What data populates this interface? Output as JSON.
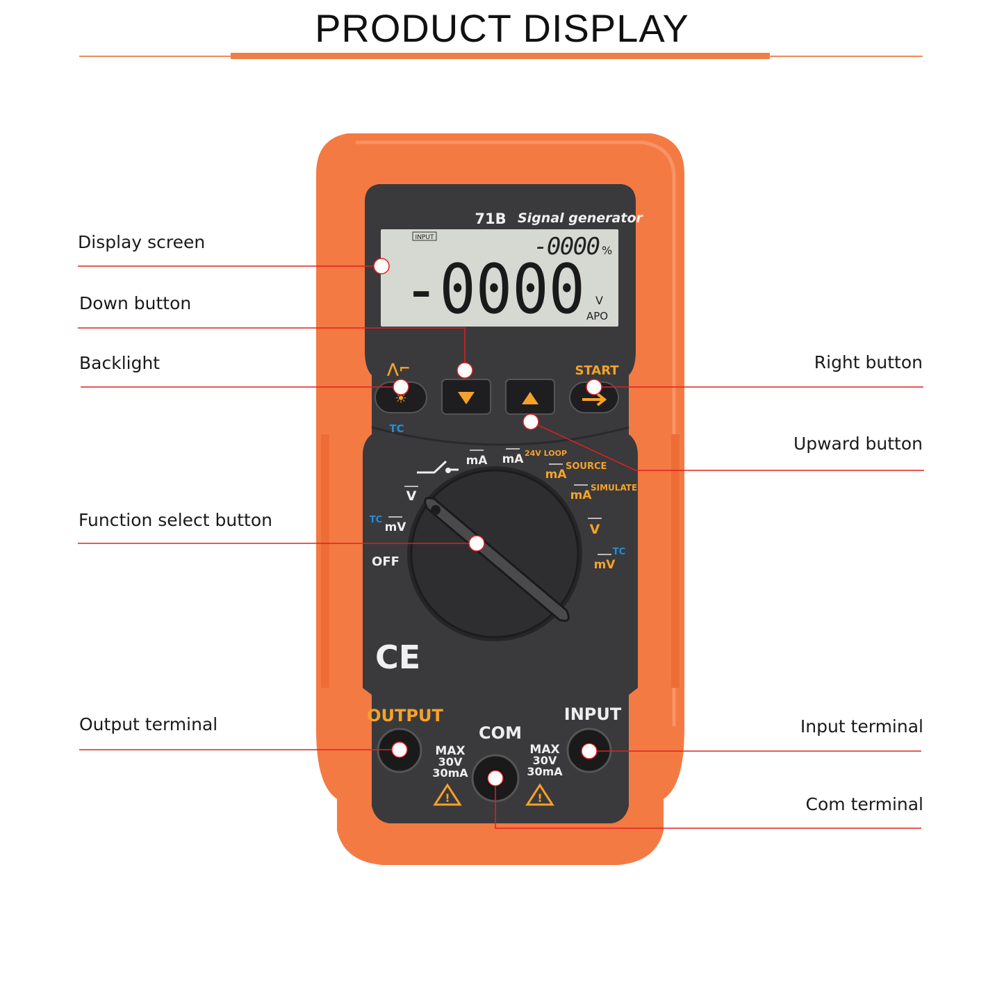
{
  "title": "PRODUCT DISPLAY",
  "callouts": {
    "display_screen": "Display screen",
    "down_button": "Down button",
    "backlight": "Backlight",
    "right_button": "Right button",
    "upward_button": "Upward button",
    "function_select_button": "Function select button",
    "output_terminal": "Output terminal",
    "input_terminal": "Input terminal",
    "com_terminal": "Com terminal"
  },
  "device": {
    "model": "71B",
    "name": "Signal generator",
    "lcd": {
      "input_tag": "INPUT",
      "main_reading": "-0000",
      "secondary_reading": "-0000",
      "percent": "%",
      "unit": "V",
      "apo": "APO"
    },
    "buttons": {
      "start": "START",
      "tc": "TC"
    },
    "dial": {
      "off": "OFF",
      "mv": "mV",
      "v": "V",
      "ma": "mA",
      "tc": "TC",
      "loop": "24V LOOP",
      "source": "SOURCE",
      "simulate": "SIMULATE"
    },
    "ce": "CE",
    "terminals": {
      "output": "OUTPUT",
      "com": "COM",
      "input": "INPUT",
      "max": "MAX",
      "voltage": "30V",
      "current": "30mA"
    }
  },
  "colors": {
    "accent": "#f07e45",
    "callout_line": "#e02020",
    "body_orange": "#f47a44",
    "panel": "#3a3a3c",
    "lcd": "#d6d8d2",
    "label_orange": "#f5a22a",
    "label_blue": "#1e8fe0"
  }
}
